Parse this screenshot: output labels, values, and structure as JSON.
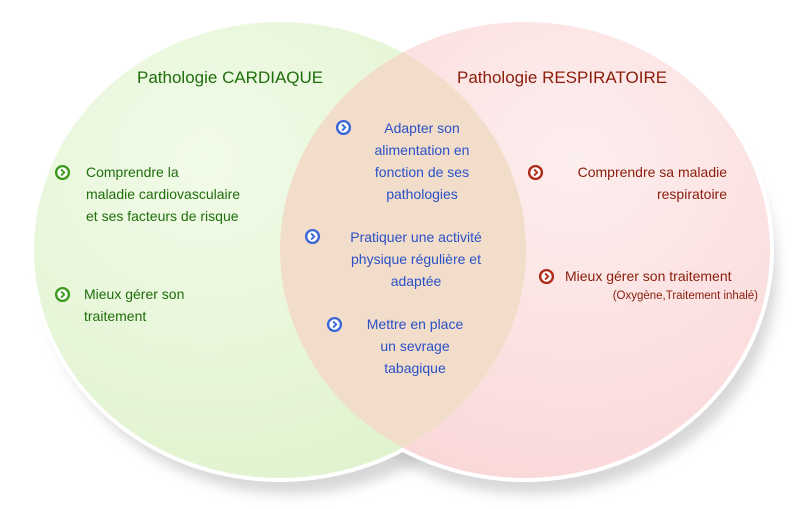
{
  "colors": {
    "cardiac_fill": "#e7f7d7",
    "respiratory_fill": "#fbe1e0",
    "overlap_fill": "#f2ddca",
    "green_text": "#1f6e0c",
    "red_text": "#8a1d0b",
    "blue_text": "#2a51c8",
    "green_bullet": "#3d9a1d",
    "red_bullet": "#b02a1a",
    "blue_bullet": "#3a66d6"
  },
  "cardiac": {
    "title": "Pathologie CARDIAQUE",
    "items": [
      {
        "icon": "chevron-circle-right-icon",
        "line1": "Comprendre la",
        "line2": "maladie cardiovasculaire",
        "line3": "et ses facteurs de risque"
      },
      {
        "icon": "chevron-circle-right-icon",
        "line1": "Mieux gérer son",
        "line2": "traitement"
      }
    ]
  },
  "respiratory": {
    "title": "Pathologie RESPIRATOIRE",
    "items": [
      {
        "icon": "chevron-circle-right-icon",
        "line1": "Comprendre sa maladie",
        "line2": "respiratoire"
      },
      {
        "icon": "chevron-circle-right-icon",
        "line1": "Mieux gérer son traitement",
        "note": "(Oxygène,Traitement inhalé)"
      }
    ]
  },
  "common": {
    "items": [
      {
        "icon": "chevron-circle-right-icon",
        "line1": "Adapter son",
        "line2": "alimentation en",
        "line3": "fonction de ses",
        "line4": "pathologies"
      },
      {
        "icon": "chevron-circle-right-icon",
        "line1": "Pratiquer une activité",
        "line2": "physique régulière et",
        "line3": "adaptée"
      },
      {
        "icon": "chevron-circle-right-icon",
        "line1": "Mettre en place",
        "line2": "un sevrage",
        "line3": "tabagique"
      }
    ]
  }
}
